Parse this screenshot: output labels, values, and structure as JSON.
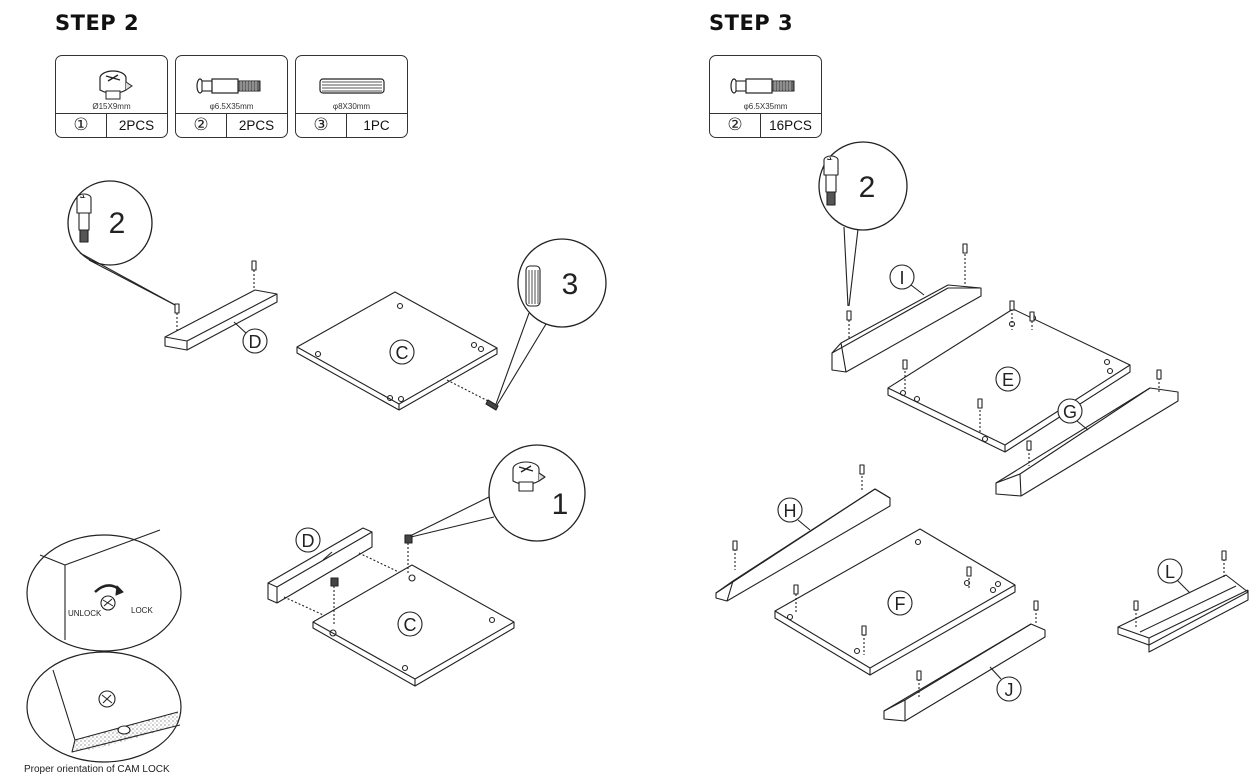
{
  "steps": [
    {
      "title": "STEP 2"
    },
    {
      "title": "STEP 3"
    }
  ],
  "step2_parts": [
    {
      "num": "①",
      "qty": "2PCS",
      "size": "Ø15X9mm",
      "icon": "cam-lock-icon"
    },
    {
      "num": "②",
      "qty": "2PCS",
      "size": "φ6.5X35mm",
      "icon": "cam-bolt-icon"
    },
    {
      "num": "③",
      "qty": "1PC",
      "size": "φ8X30mm",
      "icon": "wood-dowel-icon"
    }
  ],
  "step3_parts": [
    {
      "num": "②",
      "qty": "16PCS",
      "size": "φ6.5X35mm",
      "icon": "cam-bolt-icon"
    }
  ],
  "callouts": {
    "bolt": "2",
    "dowel": "3",
    "camlock": "1",
    "bolt_step3": "2"
  },
  "panel_labels": {
    "d_top": "D",
    "c_top": "C",
    "d_bottom": "D",
    "c_bottom": "C",
    "i": "I",
    "e": "E",
    "g": "G",
    "h": "H",
    "f": "F",
    "j": "J",
    "l": "L"
  },
  "orientation": {
    "unlock": "UNLOCK",
    "lock": "LOCK",
    "caption": "Proper orientation of CAM LOCK"
  }
}
